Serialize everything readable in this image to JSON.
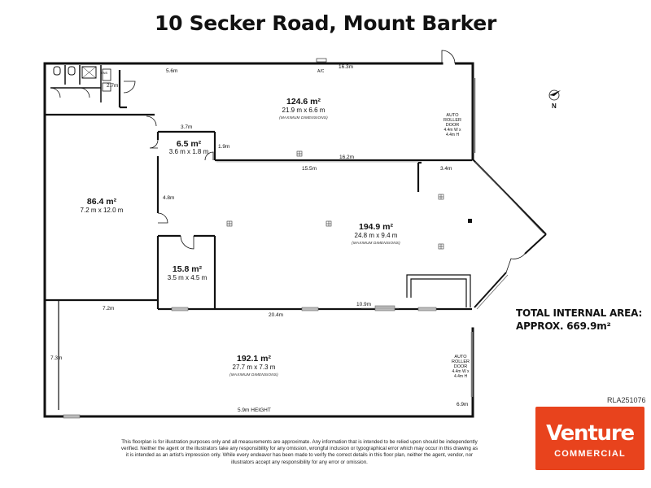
{
  "title": "10 Secker Road, Mount Barker",
  "rooms": [
    {
      "id": "top-office",
      "area": "124.6 m²",
      "dims": "21.9 m x 6.6 m",
      "note": "(MAXIMUM DIMENSIONS)"
    },
    {
      "id": "small-room",
      "area": "6.5 m²",
      "dims": "3.6 m x 1.8 m"
    },
    {
      "id": "left-room",
      "area": "86.4 m²",
      "dims": "7.2 m x 12.0 m"
    },
    {
      "id": "main-area",
      "area": "194.9 m²",
      "dims": "24.8 m x 9.4 m",
      "note": "(MAXIMUM DIMENSIONS)"
    },
    {
      "id": "office",
      "area": "15.8 m²",
      "dims": "3.5 m x 4.5 m"
    },
    {
      "id": "warehouse",
      "area": "192.1 m²",
      "dims": "27.7 m x 7.3 m",
      "note": "(MAXIMUM DIMENSIONS)"
    }
  ],
  "measurements": {
    "m56": "5.6m",
    "m163": "16.3m",
    "ac": "A/C",
    "m27": "2.7m",
    "m37": "3.7m",
    "m19": "1.9m",
    "m162": "16.2m",
    "m155": "15.5m",
    "m34": "3.4m",
    "m48": "4.8m",
    "m72": "7.2m",
    "m204": "20.4m",
    "m109": "10.9m",
    "m73": "7.3m",
    "height": "5.9m HEIGHT",
    "m69": "6.9m",
    "ens": "ENS"
  },
  "roller_door_1": [
    "AUTO",
    "ROLLER",
    "DOOR",
    "4.4m W x",
    "4.4m H"
  ],
  "roller_door_2": [
    "AUTO",
    "ROLLER",
    "DOOR",
    "4.4m W x",
    "4.4m H"
  ],
  "north": "N",
  "total_area": {
    "line1": "TOTAL INTERNAL AREA:",
    "line2": "APPROX. 669.9m²"
  },
  "reference": "RLA251076",
  "logo": {
    "brand": "Venture",
    "sub": "COMMERCIAL"
  },
  "disclaimer": "This floorplan is for illustration purposes only and all measurements are approximate. Any information that is intended to be relied upon should be independently verified. Neither the agent or the illustrators take any responsibility for any omission, wrongful inclusion or typographical error which may occur in this drawing as it is intended as an artist's impression only. While every endeavor has been made to verify the correct details in this floor plan, neither the agent, vendor, nor illustrators accept any responsibility for any error or omission.",
  "colors": {
    "wall": "#111111",
    "accent": "#e8431d"
  }
}
